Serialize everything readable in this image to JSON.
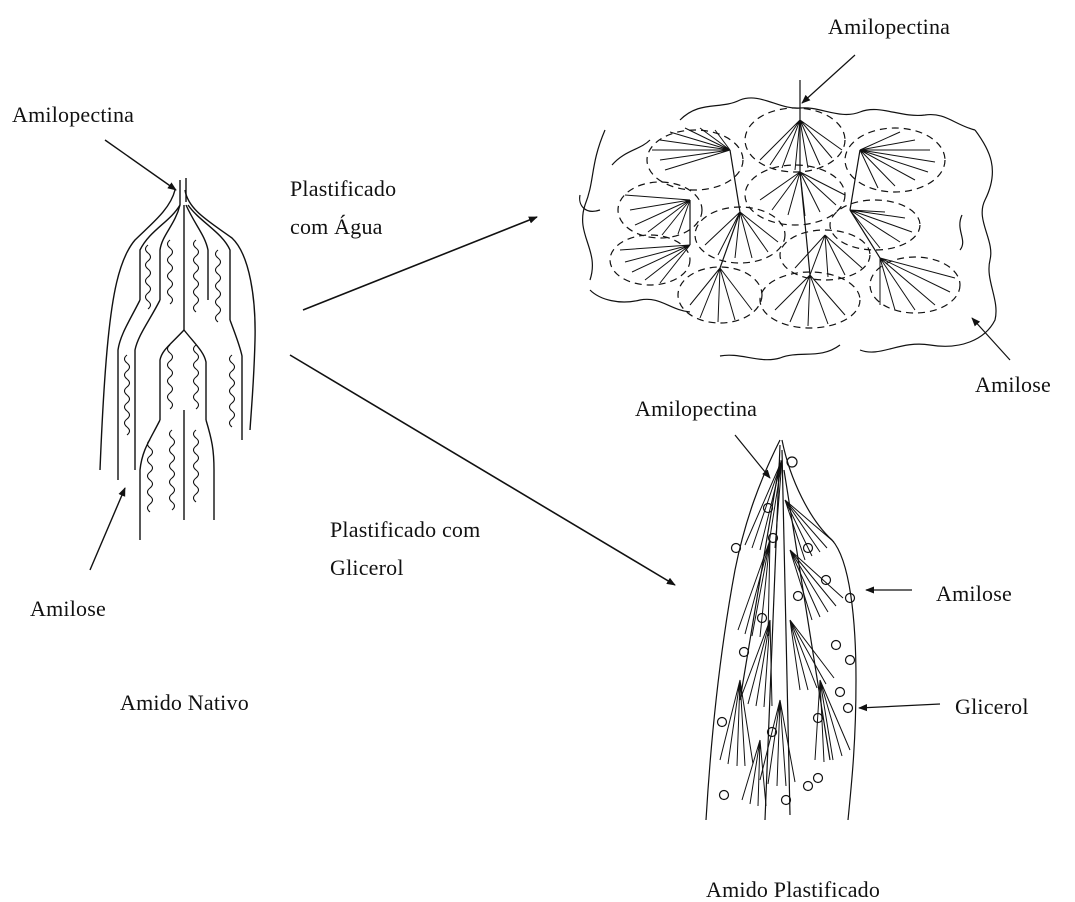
{
  "native_starch": {
    "amylopectin_label": "Amilopectina",
    "amylose_label": "Amilose",
    "caption": "Amido Nativo"
  },
  "water_process": {
    "line1": "Plastificado",
    "line2": "com Água"
  },
  "glycerol_process": {
    "line1": "Plastificado com",
    "line2": "Glicerol"
  },
  "water_plasticized": {
    "amylopectin_label": "Amilopectina",
    "amylose_label": "Amilose"
  },
  "glycerol_plasticized": {
    "amylopectin_label": "Amilopectina",
    "amylose_label": "Amilose",
    "glycerol_label": "Glicerol",
    "caption": "Amido Plastificado"
  },
  "colors": {
    "ink": "#111111",
    "background": "#ffffff"
  }
}
